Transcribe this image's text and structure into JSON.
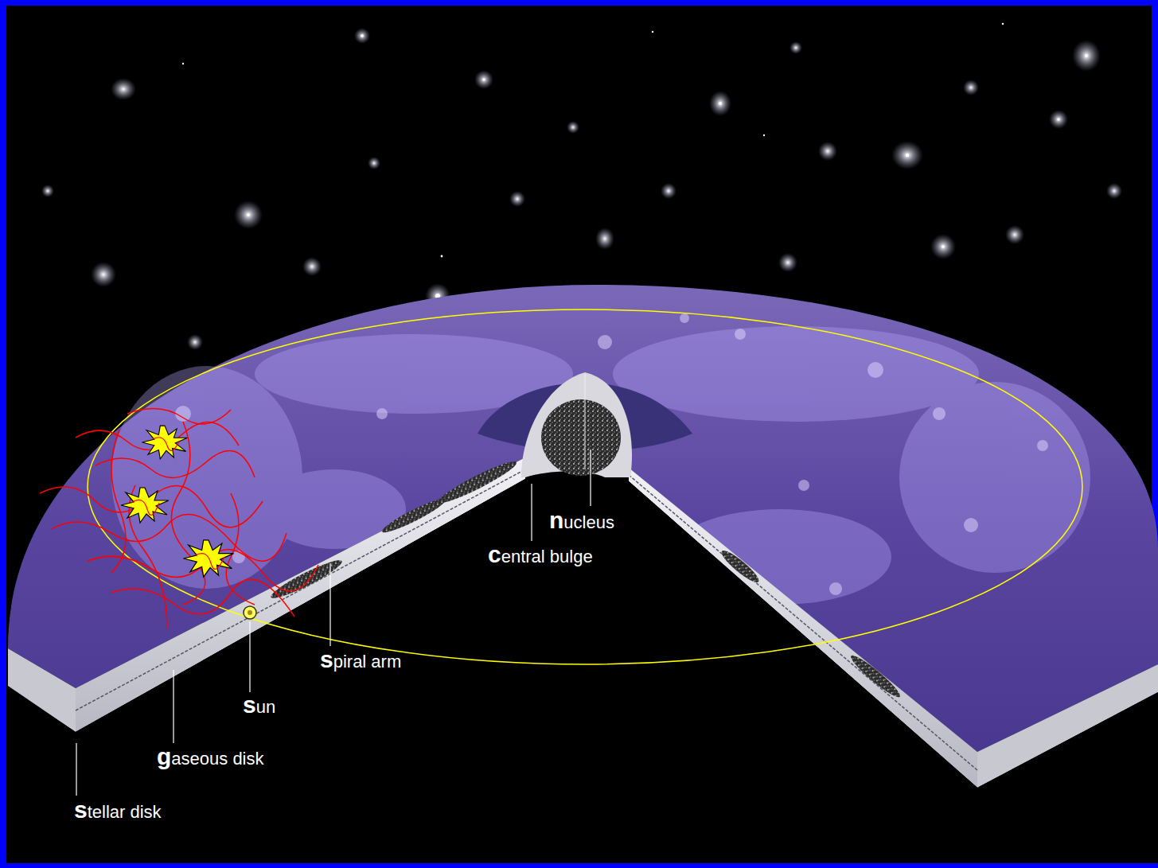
{
  "diagram": {
    "labels": [
      "nucleus",
      "central bulge",
      "spiral arm",
      "sun",
      "gaseous disk",
      "stellar disk"
    ]
  }
}
